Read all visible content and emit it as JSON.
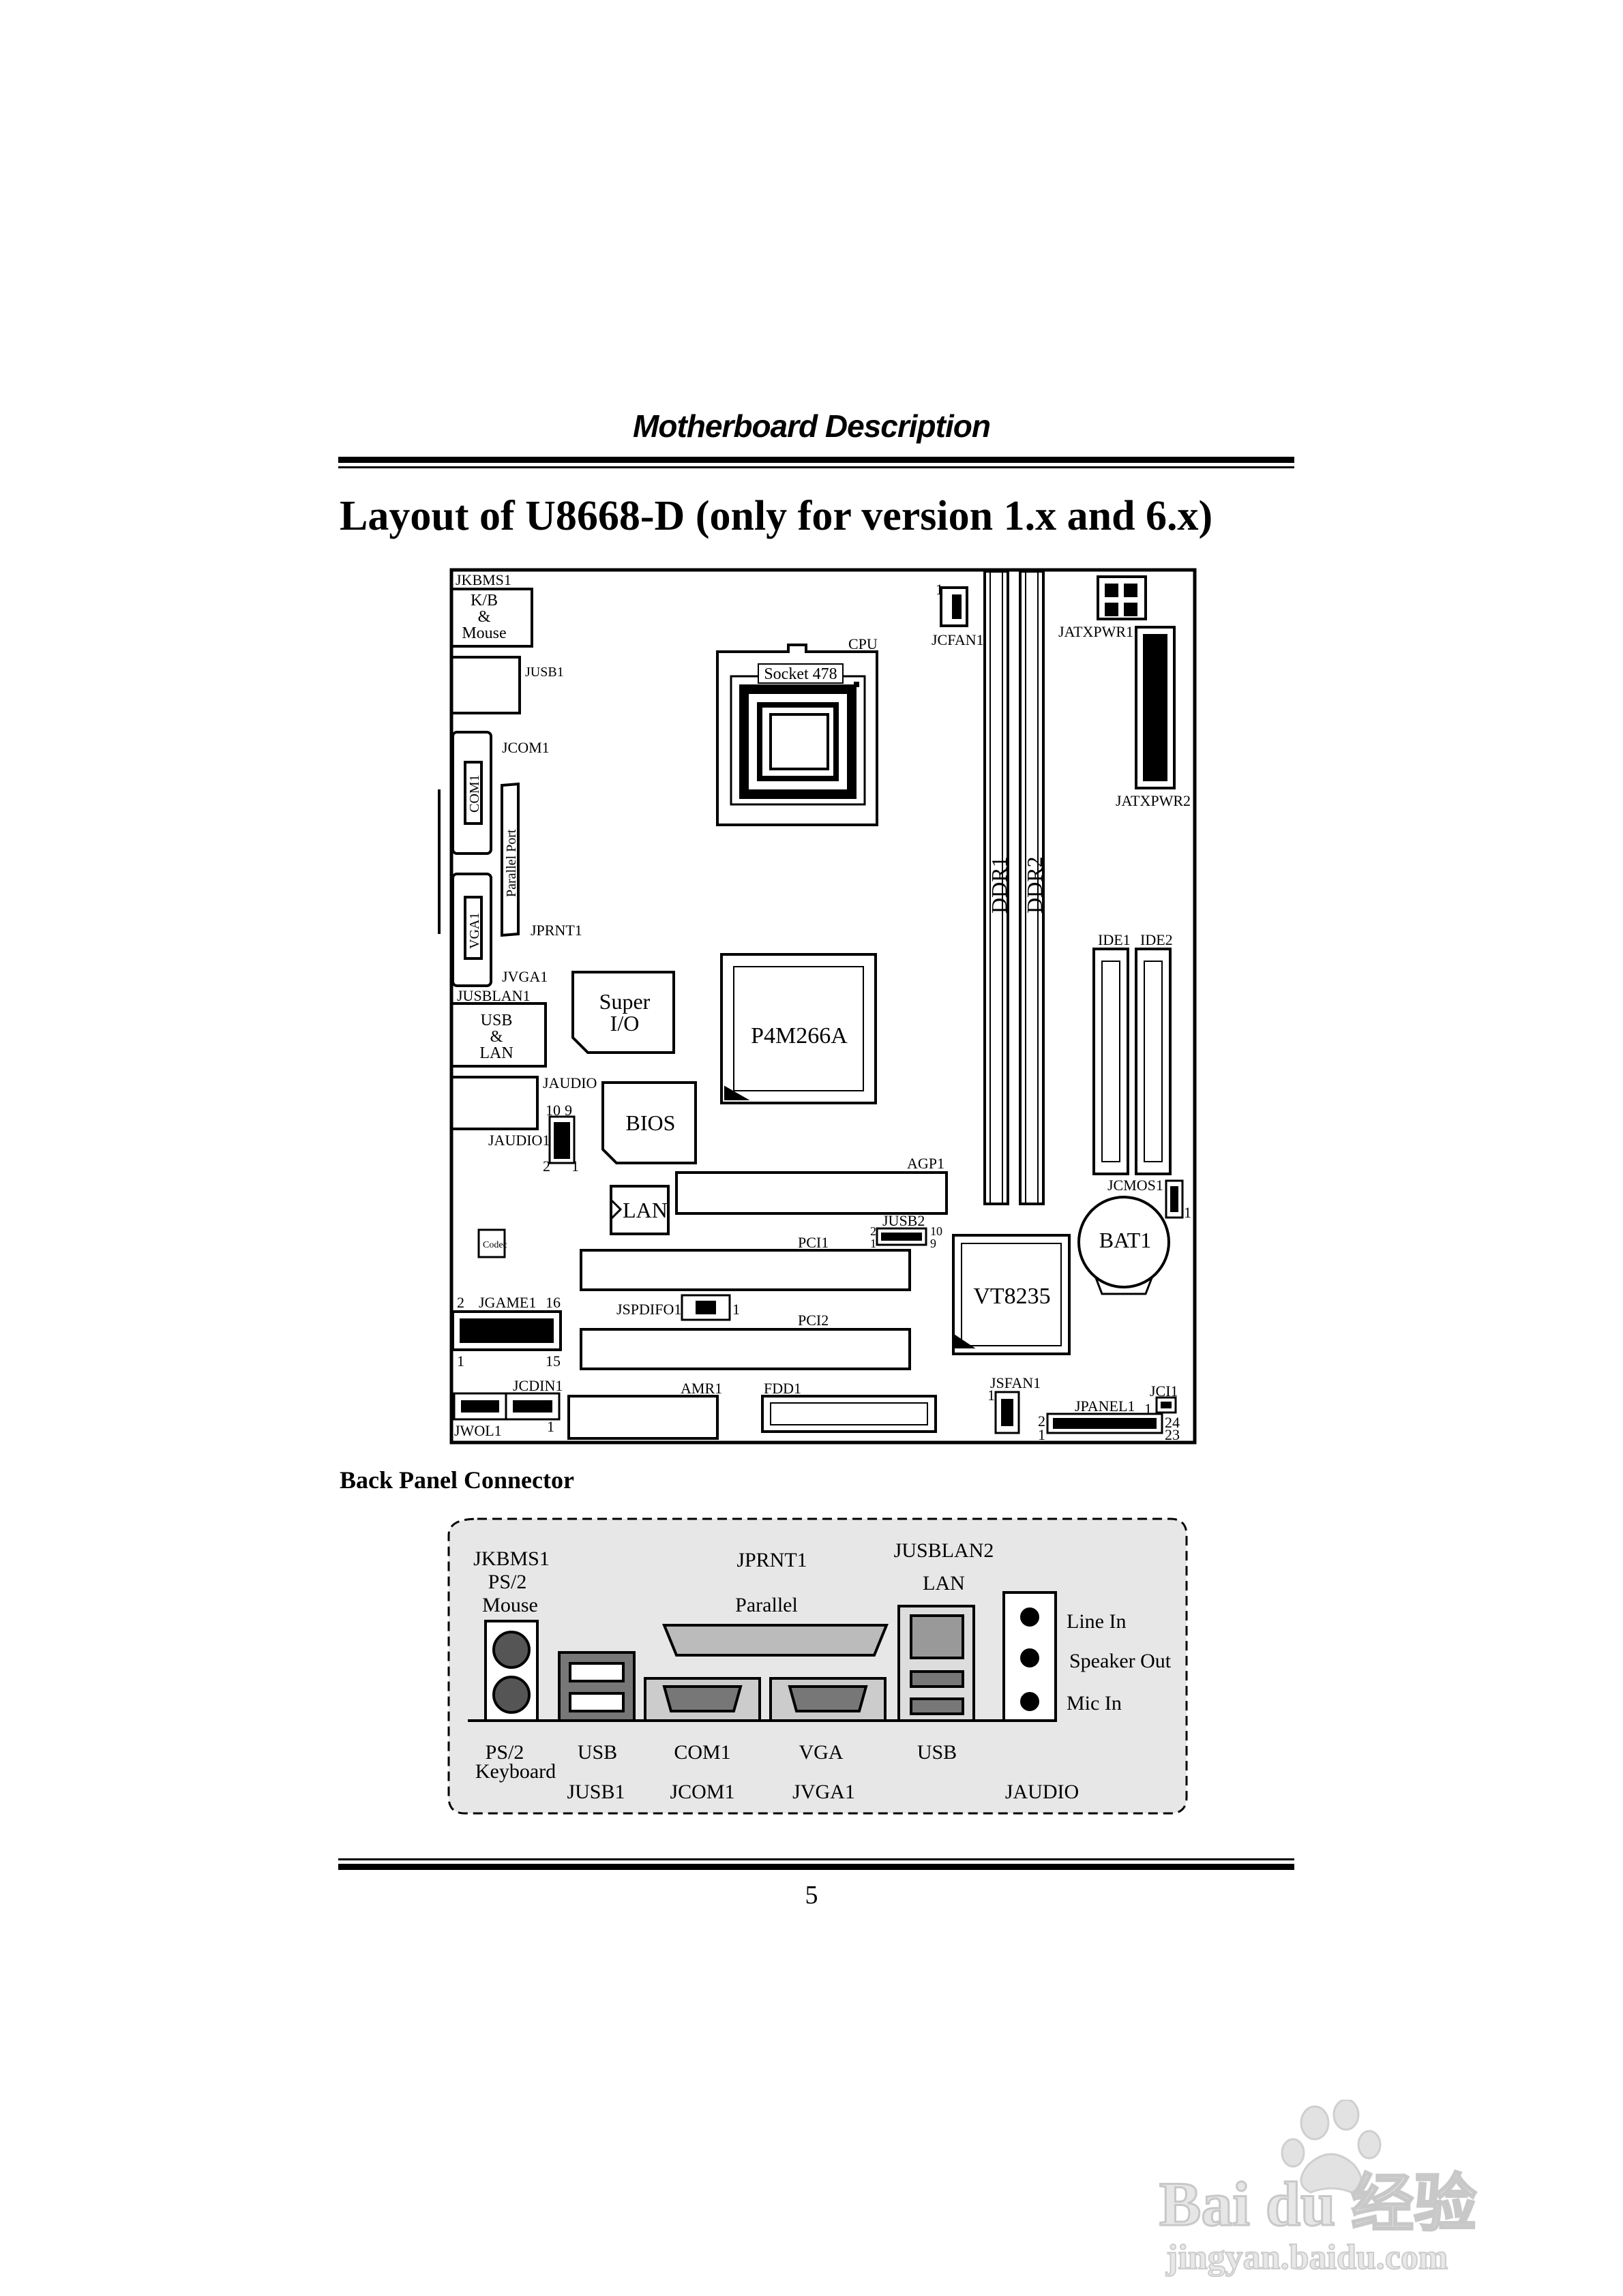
{
  "header": {
    "title": "Motherboard Description"
  },
  "page_title": "Layout of U8668-D (only for version 1.x and 6.x)",
  "board": {
    "labels": {
      "jkbms1": "JKBMS1",
      "kb_mouse_1": "K/B",
      "kb_mouse_2": "&",
      "kb_mouse_3": "Mouse",
      "jusb1": "JUSB1",
      "cpu": "CPU",
      "socket": "Socket 478",
      "jcfan1": "JCFAN1",
      "jatxpwr1": "JATXPWR1",
      "jatxpwr2": "JATXPWR2",
      "jcom1": "JCOM1",
      "com1": "COM1",
      "parallel_port": "Parallel Port",
      "vga1": "VGA1",
      "jprnt1": "JPRNT1",
      "jvga1": "JVGA1",
      "ddr1": "DDR1",
      "ddr2": "DDR2",
      "ide1": "IDE1",
      "ide2": "IDE2",
      "jusblan1": "JUSBLAN1",
      "usb_lan_1": "USB",
      "usb_lan_2": "&",
      "usb_lan_3": "LAN",
      "super_io_1": "Super",
      "super_io_2": "I/O",
      "p4m266a": "P4M266A",
      "jaudio": "JAUDIO",
      "jaudio1": "JAUDIO1",
      "pin10": "10",
      "pin9": "9",
      "pin2": "2",
      "pin1": "1",
      "bios": "BIOS",
      "agp1": "AGP1",
      "jcmos1": "JCMOS1",
      "bat1": "BAT1",
      "lan_chip": "LAN",
      "jusb2": "JUSB2",
      "jusb2_p2": "2",
      "jusb2_p10": "10",
      "jusb2_p1": "1",
      "jusb2_p9": "9",
      "pci1": "PCI1",
      "codec": "Codec",
      "vt8235": "VT8235",
      "jgame1": "JGAME1",
      "jgame_p2": "2",
      "jgame_p16": "16",
      "jgame_p1": "1",
      "jgame_p15": "15",
      "jspdifo1": "JSPDIFO1",
      "jspdif_p1": "1",
      "pci2": "PCI2",
      "jcdin1": "JCDIN1",
      "jcdin_p1": "1",
      "amr1": "AMR1",
      "fdd1": "FDD1",
      "jsfan1": "JSFAN1",
      "jsfan_p1": "1",
      "jpanel1": "JPANEL1",
      "jpanel_p2": "2",
      "jpanel_p1": "1",
      "jci1": "JCI1",
      "jci_p1": "1",
      "jpanel_p24": "24",
      "jpanel_p23": "23",
      "jwol1": "JWOL1",
      "jcmos_p1": "1",
      "jcfan_p1": "1"
    }
  },
  "section_title": "Back Panel Connector",
  "back_panel": {
    "jkbms1": "JKBMS1",
    "ps2_mouse_1": "PS/2",
    "ps2_mouse_2": "Mouse",
    "jprnt1": "JPRNT1",
    "parallel": "Parallel",
    "jusblan2": "JUSBLAN2",
    "lan": "LAN",
    "line_in": "Line In",
    "speaker_out": "Speaker Out",
    "mic_in": "Mic In",
    "ps2_keyboard_1": "PS/2",
    "ps2_keyboard_2": "Keyboard",
    "usb_left": "USB",
    "com1": "COM1",
    "vga": "VGA",
    "usb_right": "USB",
    "jusb1": "JUSB1",
    "jcom1": "JCOM1",
    "jvga1": "JVGA1",
    "jaudio": "JAUDIO"
  },
  "page_number": "5",
  "watermark": {
    "brand": "Bai du 经验",
    "url": "jingyan.baidu.com"
  }
}
